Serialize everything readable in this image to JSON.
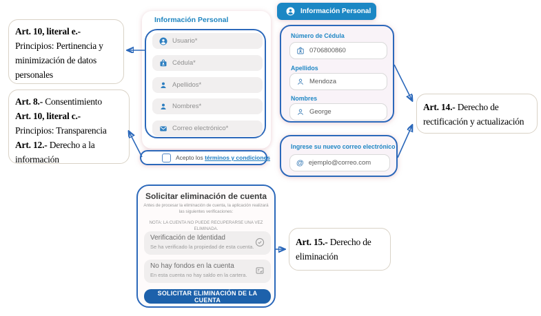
{
  "colors": {
    "accent_blue": "#1c87c4",
    "callout_blue": "#2b68ba",
    "button_blue": "#1d61ab",
    "link_blue": "#1d7dc2"
  },
  "annotations": {
    "art10e": {
      "lines": [
        {
          "bold": "Art. 10, literal e.-",
          "text": ""
        },
        {
          "bold": "",
          "text": "Principios: Pertinencia y"
        },
        {
          "bold": "",
          "text": "minimización de datos"
        },
        {
          "bold": "",
          "text": "personales"
        }
      ]
    },
    "art8": {
      "lines": [
        {
          "bold": "Art. 8.-",
          "text": " Consentimiento"
        },
        {
          "bold": "Art. 10, literal c.-",
          "text": ""
        },
        {
          "bold": "",
          "text": "Principios: Transparencia"
        },
        {
          "bold": "Art. 12.-",
          "text": " Derecho a la"
        },
        {
          "bold": "",
          "text": "información"
        }
      ]
    },
    "art14": {
      "lines": [
        {
          "bold": "Art. 14.-",
          "text": " Derecho de"
        },
        {
          "bold": "",
          "text": "rectificación y actualización"
        }
      ]
    },
    "art15": {
      "lines": [
        {
          "bold": "Art. 15.-",
          "text": " Derecho de"
        },
        {
          "bold": "",
          "text": "eliminación"
        }
      ]
    }
  },
  "register_form": {
    "title": "Información Personal",
    "fields": [
      {
        "icon": "user-circle-icon",
        "label": "Usuario*"
      },
      {
        "icon": "id-badge-icon",
        "label": "Cédula*"
      },
      {
        "icon": "person-icon",
        "label": "Apellidos*"
      },
      {
        "icon": "person-icon",
        "label": "Nombres*"
      },
      {
        "icon": "envelope-icon",
        "label": "Correo electrónico*"
      }
    ],
    "terms_prefix": "Acepto los ",
    "terms_link": "términos y condiciones"
  },
  "profile_form": {
    "header": "Información Personal",
    "header_icon": "user-circle-icon",
    "fields": [
      {
        "label": "Número de Cédula",
        "icon": "id-card-icon",
        "value": "0706800860"
      },
      {
        "label": "Apellidos",
        "icon": "person-outline-icon",
        "value": "Mendoza"
      },
      {
        "label": "Nombres",
        "icon": "person-outline-icon",
        "value": "George"
      }
    ],
    "email_label": "Ingrese su nuevo correo electrónico",
    "email_icon": "at-icon",
    "email_value": "ejemplo@correo.com"
  },
  "delete_panel": {
    "title": "Solicitar eliminación de cuenta",
    "intro_line1": "Antes de procesar la eliminación de cuenta, la aplicación realizará",
    "intro_line2": "las siguientes verificaciones:",
    "note_line1": "NOTA: LA CUENTA NO PUEDE RECUPERARSE UNA VEZ",
    "note_line2": "ELIMINADA.",
    "checks": [
      {
        "icon": "shield-check-icon",
        "title": "Verificación de Identidad",
        "desc": "Se ha verificado la propiedad de esta cuenta."
      },
      {
        "icon": "checklist-icon",
        "title": "No hay fondos en la cuenta",
        "desc": "En esta cuenta no hay saldo en la cartera."
      }
    ],
    "button": "SOLICITAR ELIMINACIÓN DE LA CUENTA"
  }
}
